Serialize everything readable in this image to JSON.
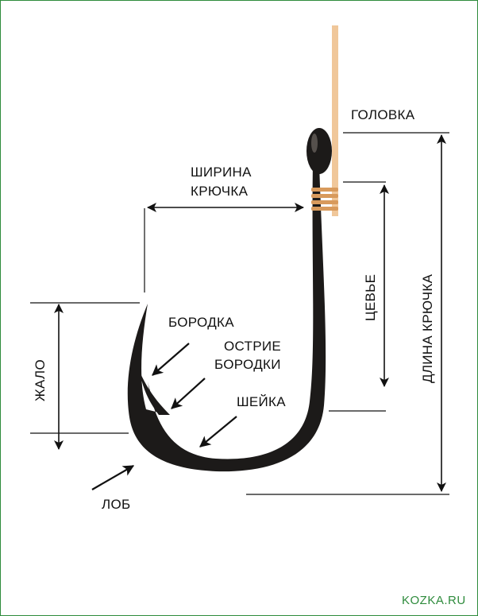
{
  "labels": {
    "head": "ГОЛОВКА",
    "width_line1": "ШИРИНА",
    "width_line2": "КРЮЧКА",
    "barb": "БОРОДКА",
    "barb_point_line1": "ОСТРИЕ",
    "barb_point_line2": "БОРОДКИ",
    "neck": "ШЕЙКА",
    "bend": "ЛОБ",
    "point": "ЖАЛО",
    "shank": "ЦЕВЬЕ",
    "hook_length": "ДЛИНА КРЮЧКА"
  },
  "watermark": "KOZKA.RU",
  "colors": {
    "hook": "#1c1a19",
    "line": "#f0c79a",
    "wrap": "#d89a5c",
    "frame": "#2e8b3c",
    "watermark": "#2e8b3c",
    "text": "#111111"
  }
}
